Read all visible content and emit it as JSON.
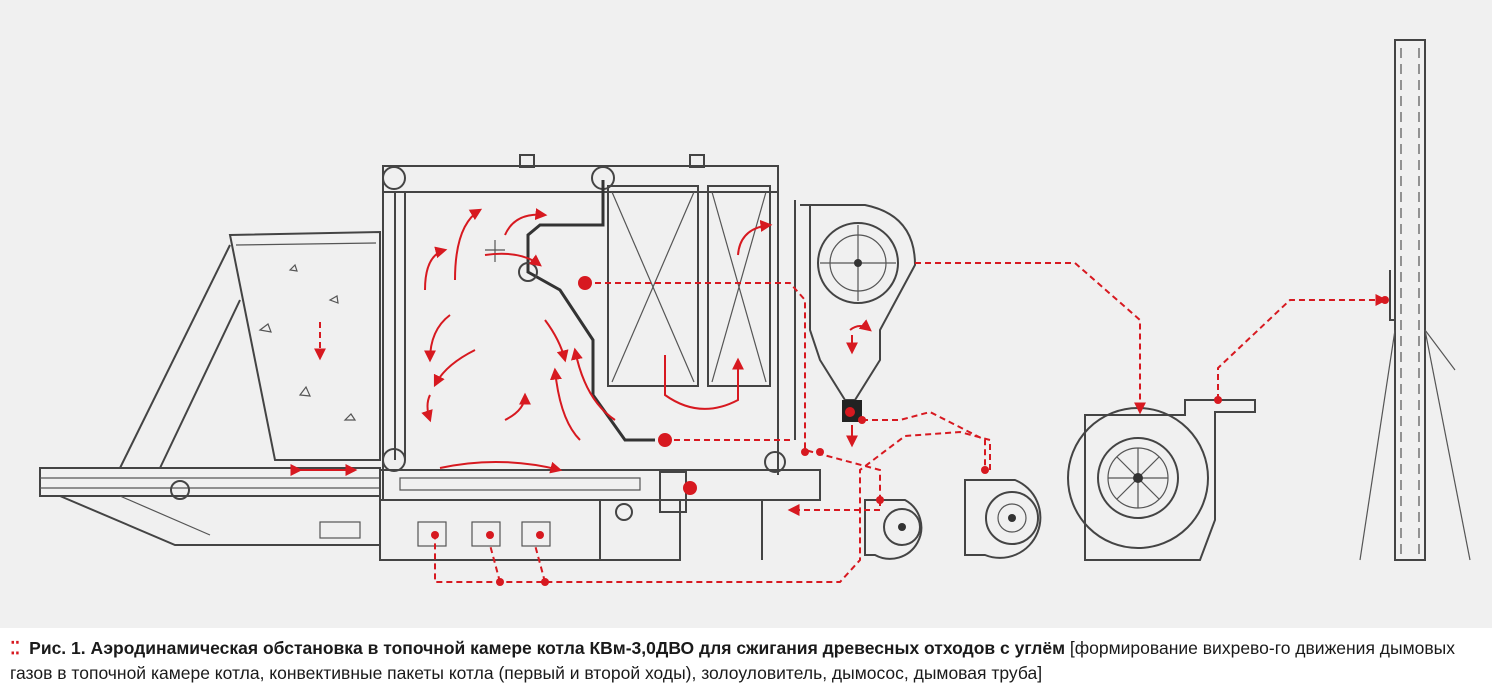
{
  "figure": {
    "description_color": "#d71920",
    "background": "#f0f0f0",
    "line_color": "#444444"
  },
  "caption": {
    "bullet_icon": "double-dot-bullet",
    "lead": "Рис. 1. Аэродинамическая обстановка в топочной камере котла КВм-3,0ДВО для сжигания древесных отходов с углём",
    "rest": " [формирование вихрево-го движения дымовых газов в топочной камере котла, конвективные пакеты котла (первый и второй ходы), золоуловитель, дымосос, дымовая труба]"
  }
}
